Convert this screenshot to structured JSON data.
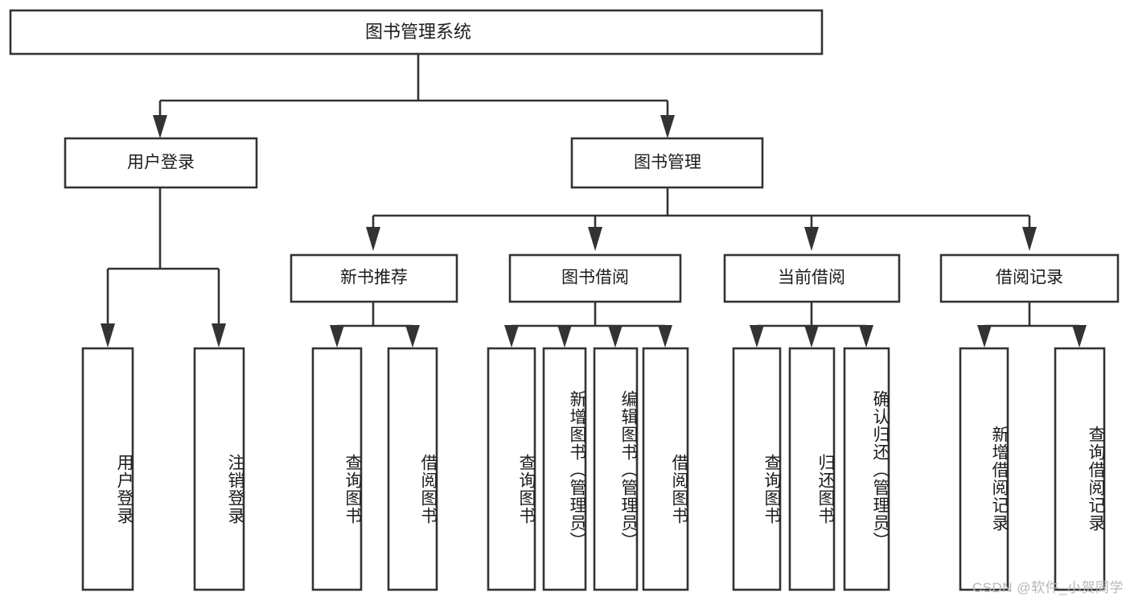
{
  "diagram": {
    "type": "tree",
    "title": "图书管理系统",
    "root": {
      "id": "root",
      "label": "图书管理系统"
    },
    "level2": [
      {
        "id": "user-login",
        "label": "用户登录"
      },
      {
        "id": "book-manage",
        "label": "图书管理"
      }
    ],
    "level3": [
      {
        "id": "new-book-rec",
        "label": "新书推荐",
        "parent": "book-manage"
      },
      {
        "id": "book-borrow",
        "label": "图书借阅",
        "parent": "book-manage"
      },
      {
        "id": "current-borrow",
        "label": "当前借阅",
        "parent": "book-manage"
      },
      {
        "id": "borrow-record",
        "label": "借阅记录",
        "parent": "book-manage"
      }
    ],
    "leaves": [
      {
        "id": "leaf-user-login",
        "label": "用户登录",
        "parent": "user-login"
      },
      {
        "id": "leaf-logout-login",
        "label": "注销登录",
        "parent": "user-login"
      },
      {
        "id": "leaf-query-book-1",
        "label": "查询图书",
        "parent": "new-book-rec"
      },
      {
        "id": "leaf-borrow-book-1",
        "label": "借阅图书",
        "parent": "new-book-rec"
      },
      {
        "id": "leaf-query-book-2",
        "label": "查询图书",
        "parent": "book-borrow"
      },
      {
        "id": "leaf-add-book",
        "label": "新增图书（管理员）",
        "parent": "book-borrow"
      },
      {
        "id": "leaf-edit-book",
        "label": "编辑图书（管理员）",
        "parent": "book-borrow"
      },
      {
        "id": "leaf-borrow-book-2",
        "label": "借阅图书",
        "parent": "book-borrow"
      },
      {
        "id": "leaf-query-book-3",
        "label": "查询图书",
        "parent": "current-borrow"
      },
      {
        "id": "leaf-return-book",
        "label": "归还图书",
        "parent": "current-borrow"
      },
      {
        "id": "leaf-confirm-return",
        "label": "确认归还（管理员）",
        "parent": "current-borrow"
      },
      {
        "id": "leaf-add-record",
        "label": "新增借阅记录",
        "parent": "borrow-record"
      },
      {
        "id": "leaf-query-record",
        "label": "查询借阅记录",
        "parent": "borrow-record"
      }
    ],
    "colors": {
      "box_fill": "#ffffff",
      "box_stroke": "#333333",
      "text": "#1c1c1c",
      "background": "#ffffff",
      "watermark": "#b8b8b8"
    }
  },
  "watermark": {
    "text": "CSDN @软件_小贺同学"
  }
}
